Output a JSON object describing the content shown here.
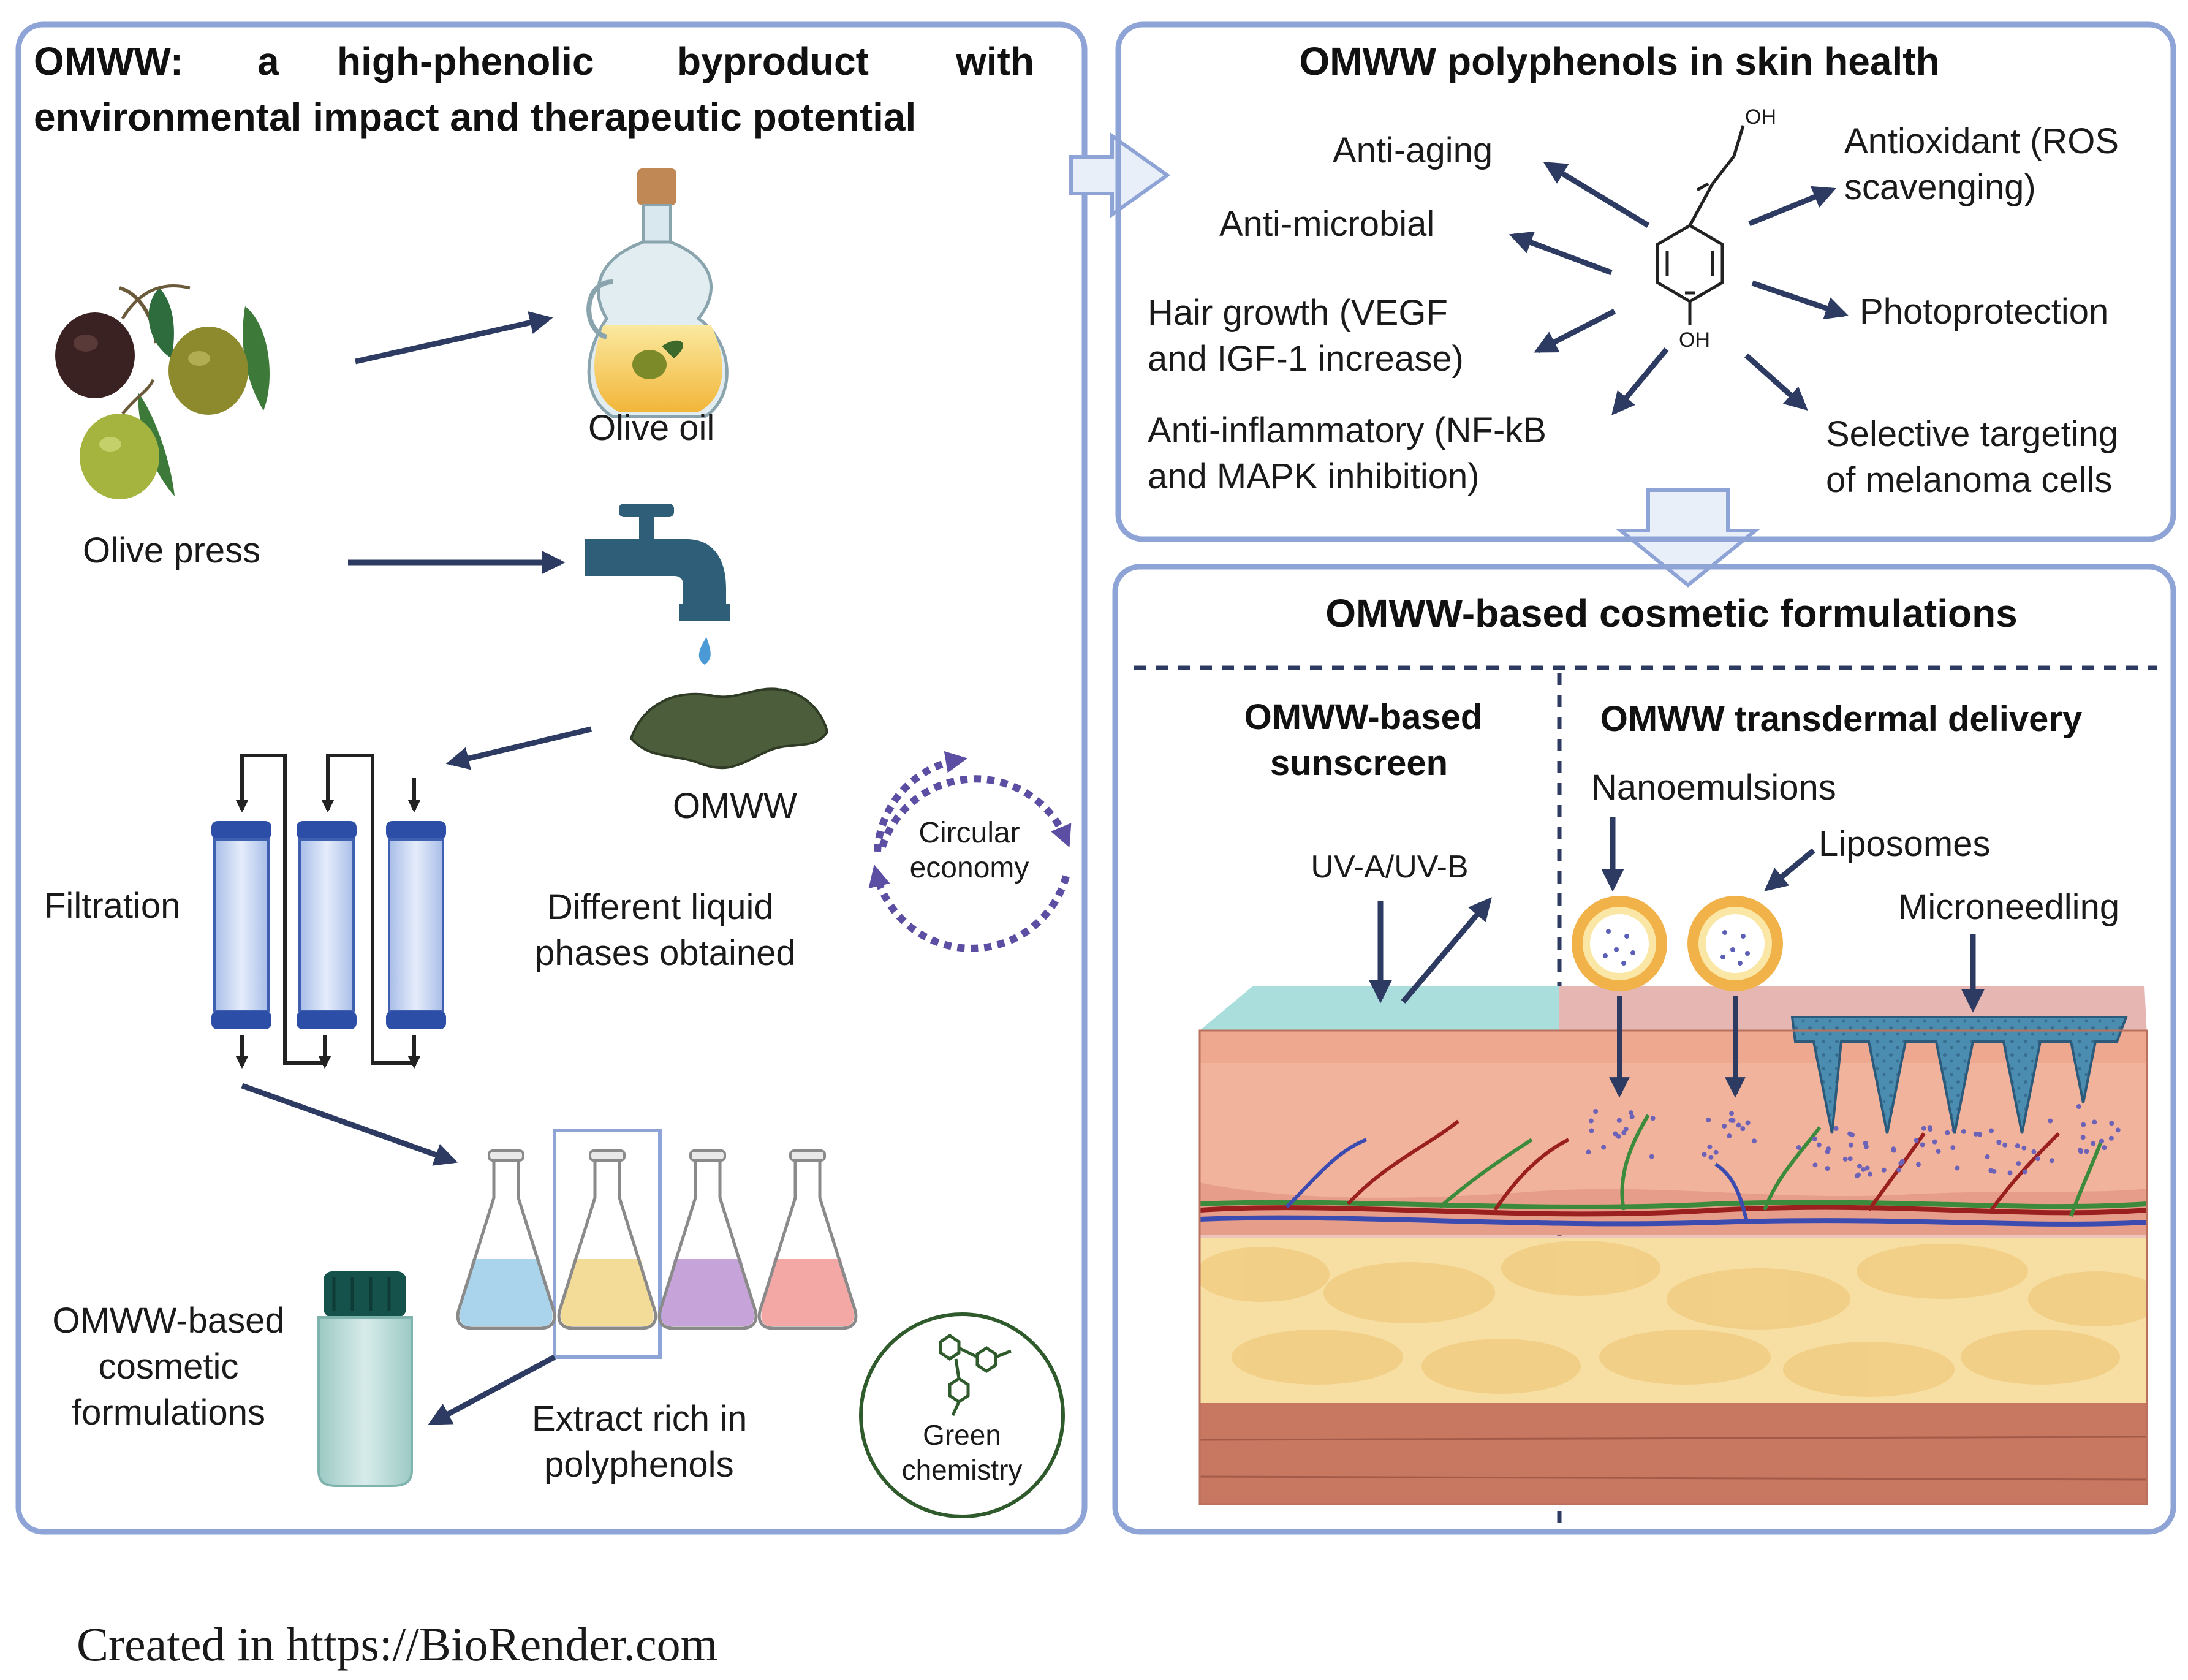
{
  "colors": {
    "panel_border": "#8ea4d6",
    "arrow": "#2d3b63",
    "dotted_circle": "#5b4ea3",
    "green_circle": "#2f5a2b",
    "tap": "#2f5f78",
    "omww": "#4b5d3a",
    "skin_surface": "#eea890",
    "dermis": "#f2b39d",
    "fat": "#f7dfa3",
    "subcutis": "#c87760",
    "sunscreen_layer": "#a9dedd",
    "vesicle_outer": "#f2b24a",
    "needle": "#4a8db0"
  },
  "left_panel": {
    "title_line1": [
      "OMWW:",
      "a",
      "high-phenolic",
      "byproduct",
      "with"
    ],
    "title_line2": "environmental impact and therapeutic potential",
    "olive_press": "Olive press",
    "olive_oil": "Olive oil",
    "omww": "OMWW",
    "filtration": "Filtration",
    "liquid_phases_line1": "Different liquid",
    "liquid_phases_line2": "phases obtained",
    "circular_line1": "Circular",
    "circular_line2": "economy",
    "extract_line1": "Extract rich in",
    "extract_line2": "polyphenols",
    "formulations_line1": "OMWW-based",
    "formulations_line2": "cosmetic",
    "formulations_line3": "formulations",
    "green_line1": "Green",
    "green_line2": "chemistry",
    "flask_colors": [
      "#a9d4ec",
      "#f3dc97",
      "#c6a3d8",
      "#f4a8a6"
    ]
  },
  "top_right_panel": {
    "title": "OMWW polyphenols in skin health",
    "molecule_oh_top": "OH",
    "molecule_oh_bottom": "OH",
    "anti_aging": "Anti-aging",
    "anti_microbial": "Anti-microbial",
    "hair_line1": "Hair growth (VEGF",
    "hair_line2": "and IGF-1 increase)",
    "anti_inflam_line1": "Anti-inflammatory (NF-kB",
    "anti_inflam_line2": "and MAPK inhibition)",
    "antioxidant_line1": "Antioxidant (ROS",
    "antioxidant_line2": "scavenging)",
    "photoprotection": "Photoprotection",
    "melanoma_line1": "Selective targeting",
    "melanoma_line2": "of melanoma cells"
  },
  "bottom_right_panel": {
    "title": "OMWW-based cosmetic formulations",
    "sunscreen_line1": "OMWW-based",
    "sunscreen_line2": "sunscreen",
    "transdermal": "OMWW transdermal delivery",
    "uv": "UV-A/UV-B",
    "nanoemulsions": "Nanoemulsions",
    "liposomes": "Liposomes",
    "microneedling": "Microneedling"
  },
  "credit": "Created in https://BioRender.com"
}
